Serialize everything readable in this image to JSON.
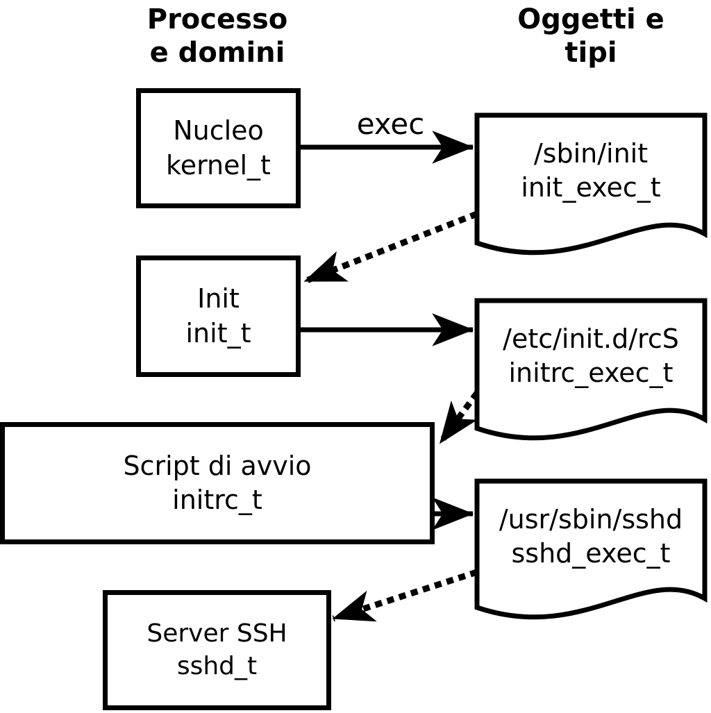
{
  "diagram": {
    "headers": {
      "processes": "Processo\ne domini",
      "objects": "Oggetti e\ntipi"
    },
    "processes": [
      {
        "label": "Nucleo",
        "type": "kernel_t"
      },
      {
        "label": "Init",
        "type": "init_t"
      },
      {
        "label": "Script di avvio",
        "type": "initrc_t"
      },
      {
        "label": "Server SSH",
        "type": "sshd_t"
      }
    ],
    "objects": [
      {
        "path": "/sbin/init",
        "type": "init_exec_t"
      },
      {
        "path": "/etc/init.d/rcS",
        "type": "initrc_exec_t"
      },
      {
        "path": "/usr/sbin/sshd",
        "type": "sshd_exec_t"
      }
    ],
    "edge_labels": {
      "exec": "exec"
    },
    "colors": {
      "line": "#000000",
      "background": "#ffffff",
      "text": "#000000"
    }
  }
}
